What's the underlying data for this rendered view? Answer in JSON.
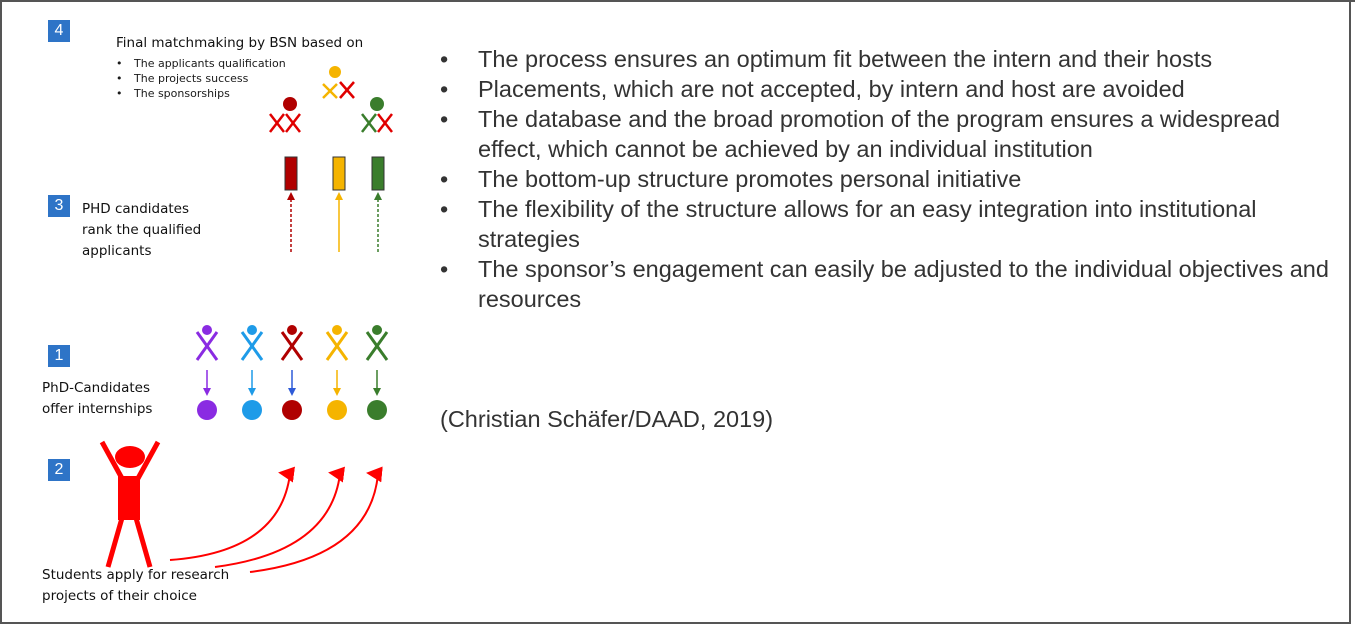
{
  "diagram": {
    "step4": {
      "number": "4",
      "title": "Final matchmaking by BSN based on",
      "criteria": [
        "The applicants qualification",
        "The projects success",
        "The sponsorships"
      ]
    },
    "step3": {
      "number": "3",
      "line1": "PHD candidates",
      "line2": "rank the qualified",
      "line3": "applicants"
    },
    "step1": {
      "number": "1",
      "line1": "PhD-Candidates",
      "line2": "offer internships"
    },
    "step2": {
      "number": "2",
      "line1": "Students apply for research",
      "line2": "projects of their choice"
    },
    "colors": {
      "blue_box": "#2e74c7",
      "purple": "#8a2be2",
      "light_blue": "#1e9be8",
      "dark_red": "#b00000",
      "orange": "#f5b400",
      "green": "#3a7d2c",
      "red": "#ff0000"
    }
  },
  "bullets": [
    "The process ensures an optimum fit between the intern and their hosts",
    "Placements, which are not accepted, by intern and host are avoided",
    "The database and the broad promotion of the program ensures a widespread effect, which cannot be achieved by an individual institution",
    "The bottom-up structure promotes personal initiative",
    "The flexibility of the structure allows for an easy integration into institutional strategies",
    "The sponsor’s engagement can easily be adjusted to the individual objectives and resources"
  ],
  "citation": "(Christian Schäfer/DAAD, 2019)"
}
